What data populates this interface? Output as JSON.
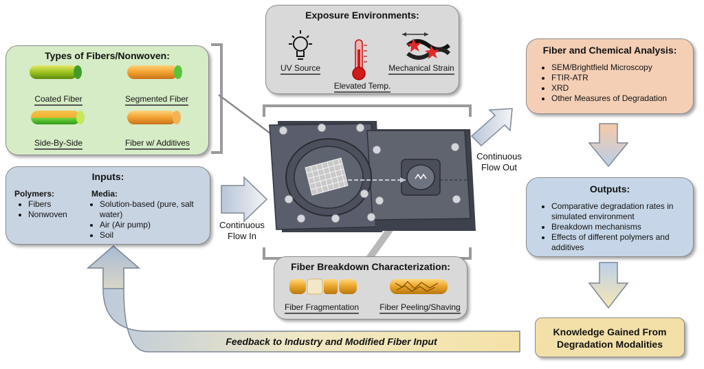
{
  "fibers": {
    "title": "Types of Fibers/Nonwoven:",
    "items": [
      "Coated Fiber",
      "Segmented Fiber",
      "Side-By-Side",
      "Fiber w/ Additives"
    ]
  },
  "exposure": {
    "title": "Exposure Environments:",
    "items": [
      "UV Source",
      "Elevated Temp.",
      "Mechanical Strain"
    ]
  },
  "analysis": {
    "title": "Fiber and Chemical Analysis:",
    "items": [
      "SEM/Brightfield Microscopy",
      "FTIR-ATR",
      "XRD",
      "Other Measures of Degradation"
    ]
  },
  "inputs": {
    "title": "Inputs:",
    "polymers_heading": "Polymers:",
    "polymers": [
      "Fibers",
      "Nonwoven"
    ],
    "media_heading": "Media:",
    "media": [
      "Solution-based (pure, salt water)",
      "Air (Air pump)",
      "Soil"
    ]
  },
  "outputs": {
    "title": "Outputs:",
    "items": [
      "Comparative degradation rates in simulated environment",
      "Breakdown mechanisms",
      "Effects of different polymers and additives"
    ]
  },
  "breakdown": {
    "title": "Fiber Breakdown Characterization:",
    "items": [
      "Fiber Fragmentation",
      "Fiber Peeling/Shaving"
    ]
  },
  "knowledge": {
    "line1": "Knowledge Gained From",
    "line2": "Degradation Modalities"
  },
  "flow_in": {
    "line1": "Continuous",
    "line2": "Flow In"
  },
  "flow_out": {
    "line1": "Continuous",
    "line2": "Flow Out"
  },
  "feedback": "Feedback to Industry and Modified Fiber Input",
  "colors": {
    "green_box": "#d6ecc6",
    "gray_box": "#d9d9d9",
    "peach_box": "#f4cfb6",
    "blue_box": "#c6d6e8",
    "tan_box": "#f3e0a8",
    "device": "#4a4e5c"
  }
}
